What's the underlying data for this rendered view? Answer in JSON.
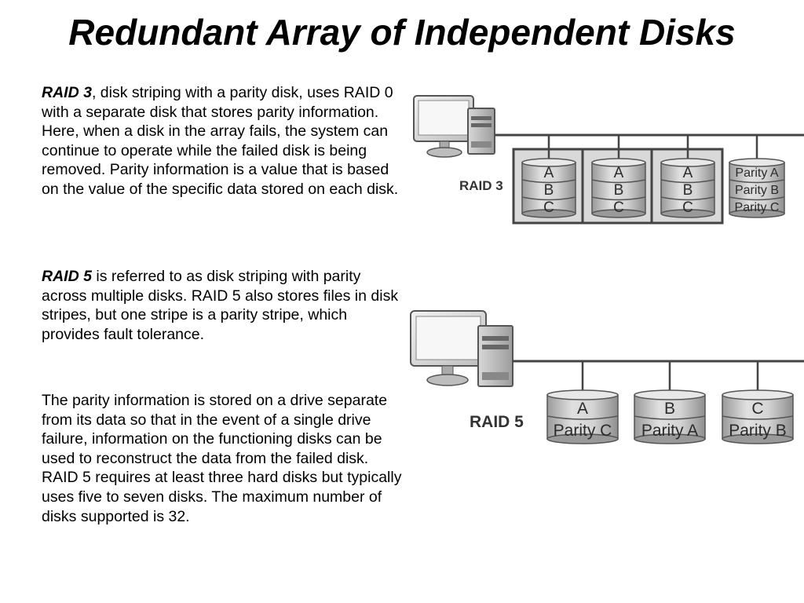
{
  "slide": {
    "title": "Redundant Array of Independent Disks",
    "p1_term": "RAID 3",
    "p1_text": ", disk striping with a parity disk, uses RAID 0 with a separate disk that stores parity information. Here, when a disk in the array fails, the system can continue to operate while the failed disk is being removed. Parity information is a value that is based on the value of the specific data stored on each disk.",
    "p2_term": "RAID 5",
    "p2_text": " is referred to as disk striping with parity across multiple disks. RAID 5 also stores files in disk stripes, but one stripe is a parity stripe, which provides fault tolerance.",
    "p3_text": "The parity information is stored on a drive separate from its data so that in the event of a single drive failure, information on the functioning disks can be used to reconstruct the data from the failed disk. RAID 5 requires at least three hard disks but typically uses five to seven disks. The maximum number of disks supported is 32."
  },
  "raid3": {
    "label": "RAID 3",
    "disks": [
      {
        "rows": [
          "A",
          "B",
          "C"
        ]
      },
      {
        "rows": [
          "A",
          "B",
          "C"
        ]
      },
      {
        "rows": [
          "A",
          "B",
          "C"
        ]
      },
      {
        "rows": [
          "Parity A",
          "Parity B",
          "Parity C"
        ]
      }
    ]
  },
  "raid5": {
    "label": "RAID 5",
    "disks": [
      {
        "rows": [
          "A",
          "Parity C"
        ]
      },
      {
        "rows": [
          "B",
          "Parity A"
        ]
      },
      {
        "rows": [
          "C",
          "Parity B"
        ]
      }
    ]
  },
  "colors": {
    "disk_fill": "#c8c8c8",
    "disk_top": "#e4e4e4",
    "box_fill": "#d9d9d9",
    "line": "#444444"
  }
}
